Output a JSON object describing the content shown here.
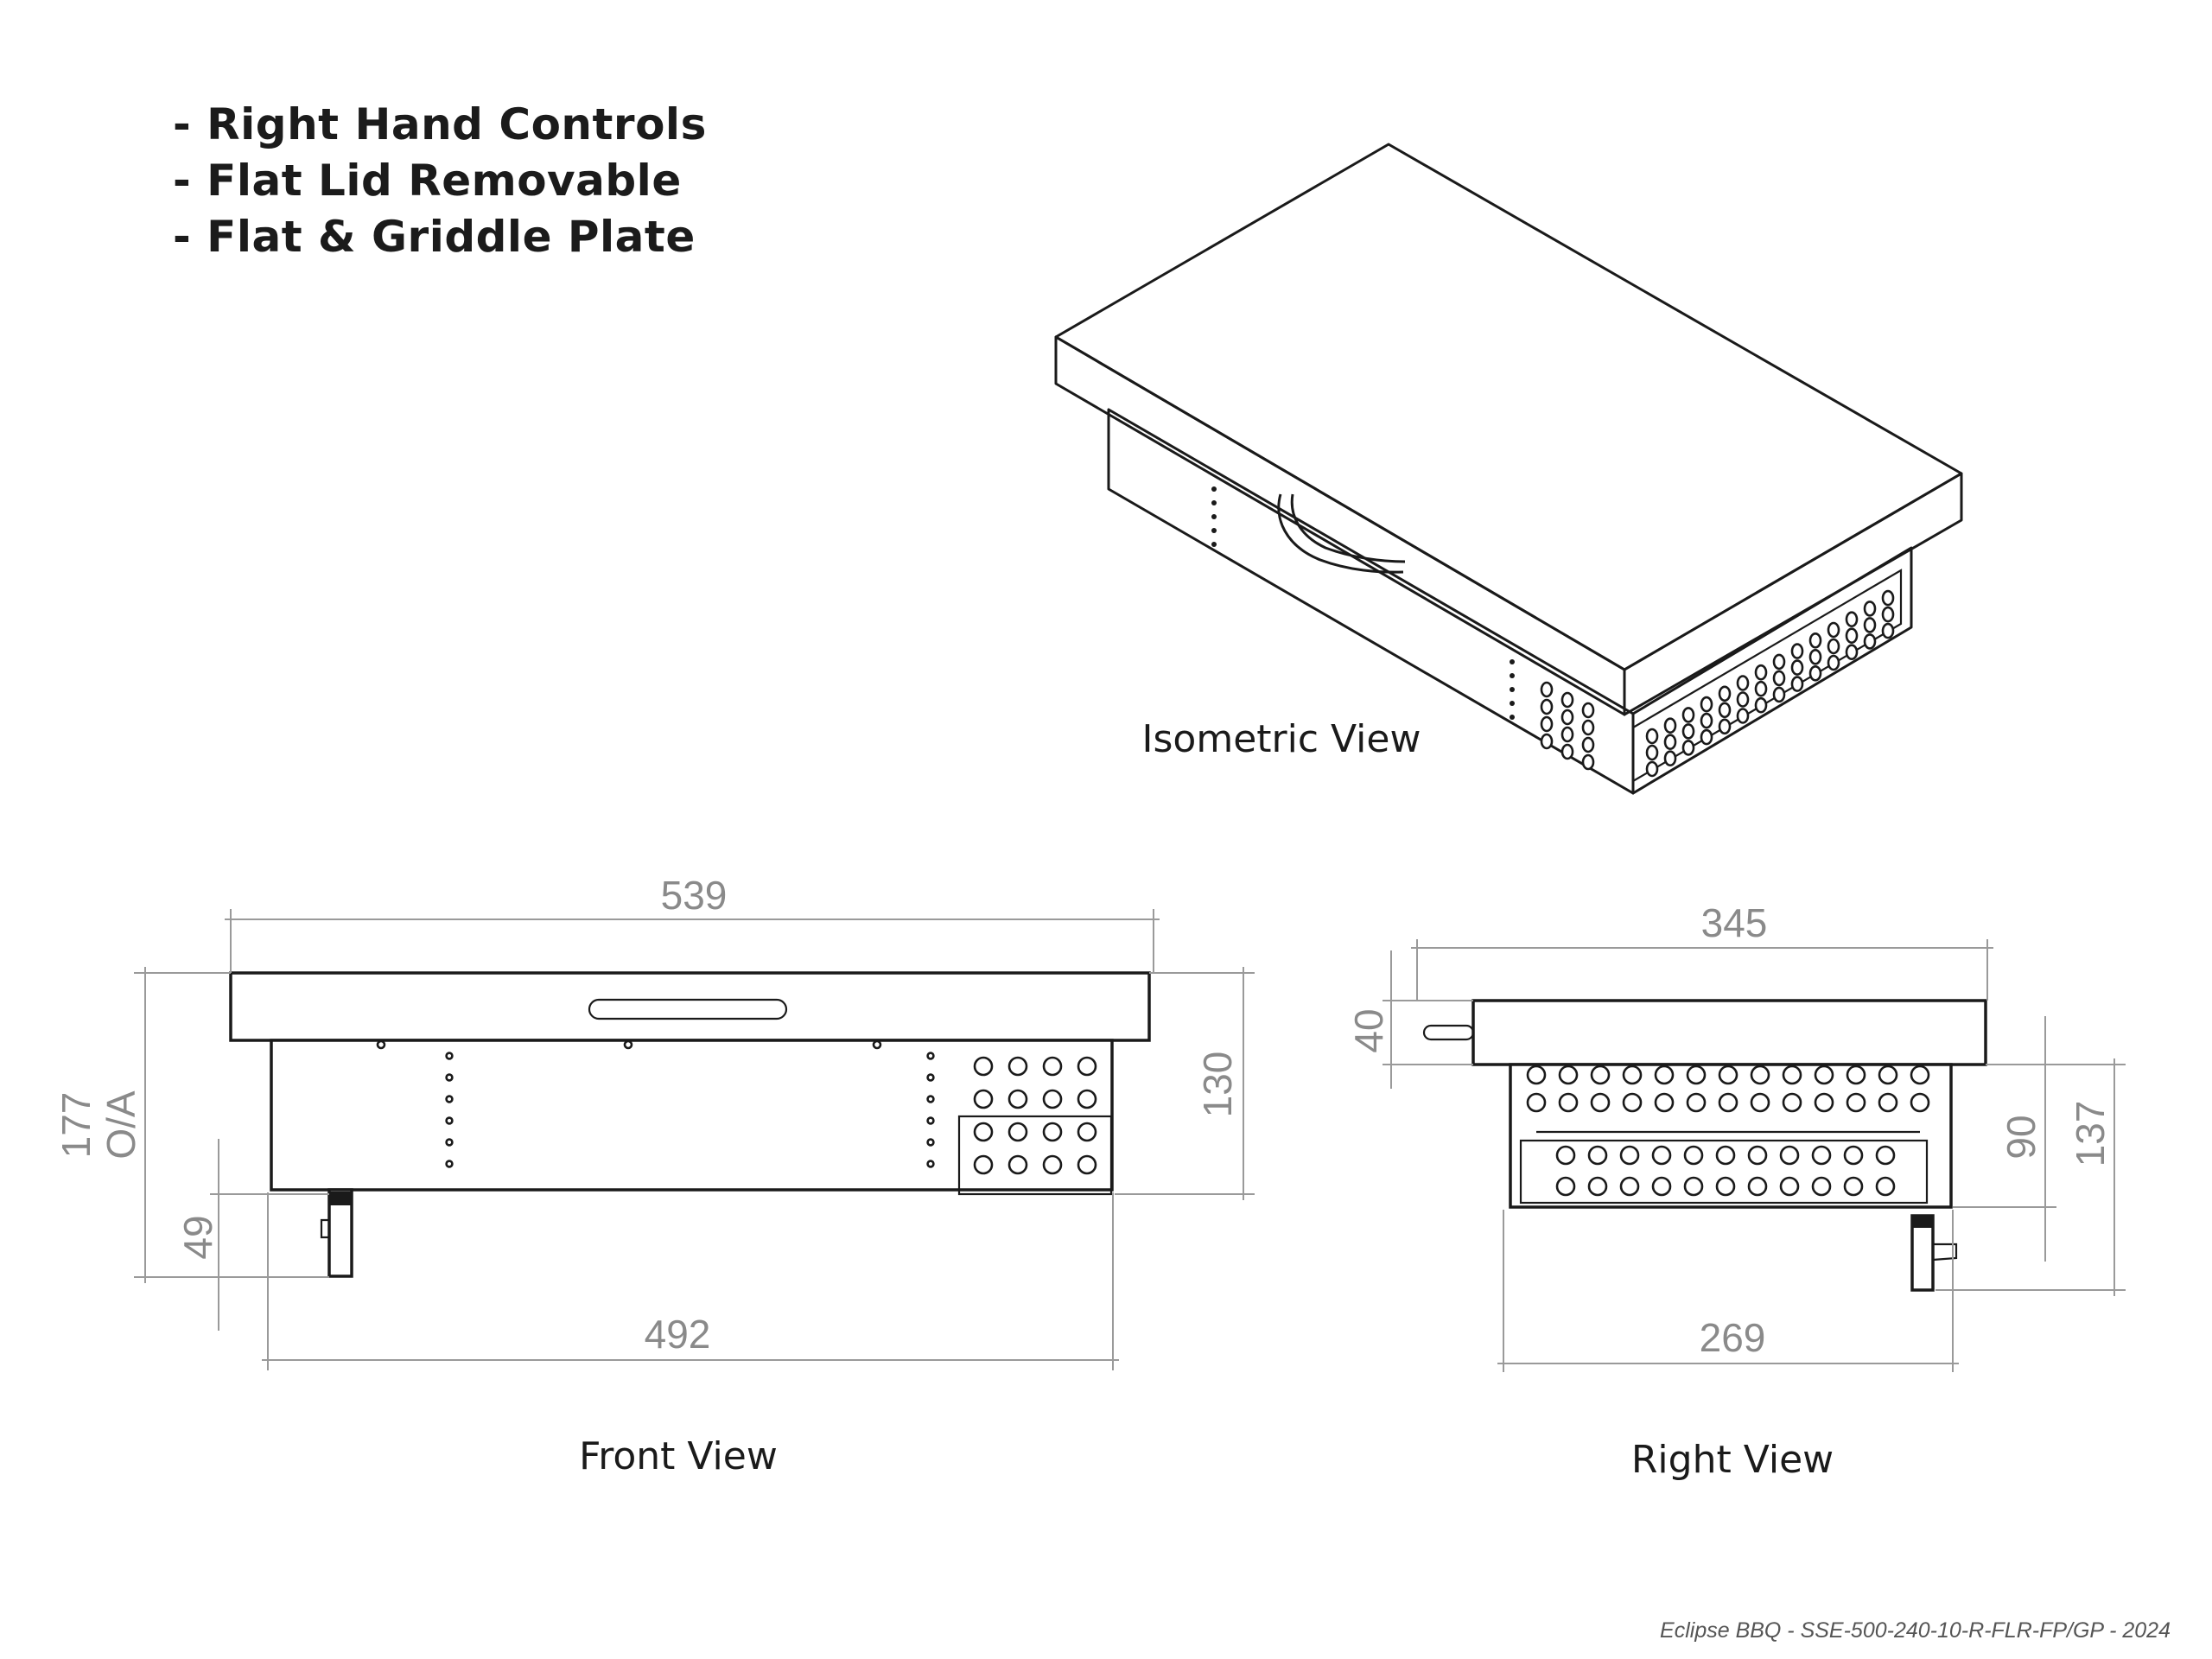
{
  "features": [
    "- Right Hand Controls",
    "- Flat Lid Removable",
    "- Flat & Griddle Plate"
  ],
  "view_labels": {
    "isometric": "Isometric  View",
    "front": "Front View",
    "right": "Right View"
  },
  "dimensions": {
    "front_width_top": "539",
    "front_width_bottom": "492",
    "front_height_body": "130",
    "front_height_overall": "177",
    "front_height_overall_suffix": "O/A",
    "front_leg": "49",
    "right_width_top": "345",
    "right_width_bottom": "269",
    "right_lid": "40",
    "right_body": "90",
    "right_total": "137"
  },
  "footer": "Eclipse BBQ - SSE-500-240-10-R-FLR-FP/GP - 2024"
}
